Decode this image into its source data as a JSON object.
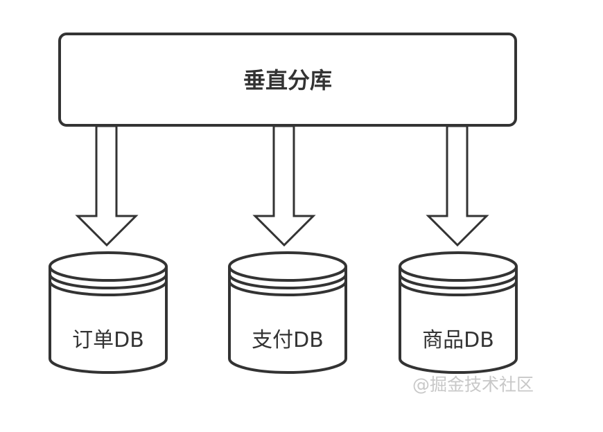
{
  "diagram": {
    "title": "垂直分库",
    "databases": [
      {
        "label": "订单DB"
      },
      {
        "label": "支付DB"
      },
      {
        "label": "商品DB"
      }
    ],
    "watermark": "@掘金技术社区"
  },
  "colors": {
    "stroke": "#333333",
    "fill": "#ffffff",
    "watermark": "#c8c8c8"
  }
}
